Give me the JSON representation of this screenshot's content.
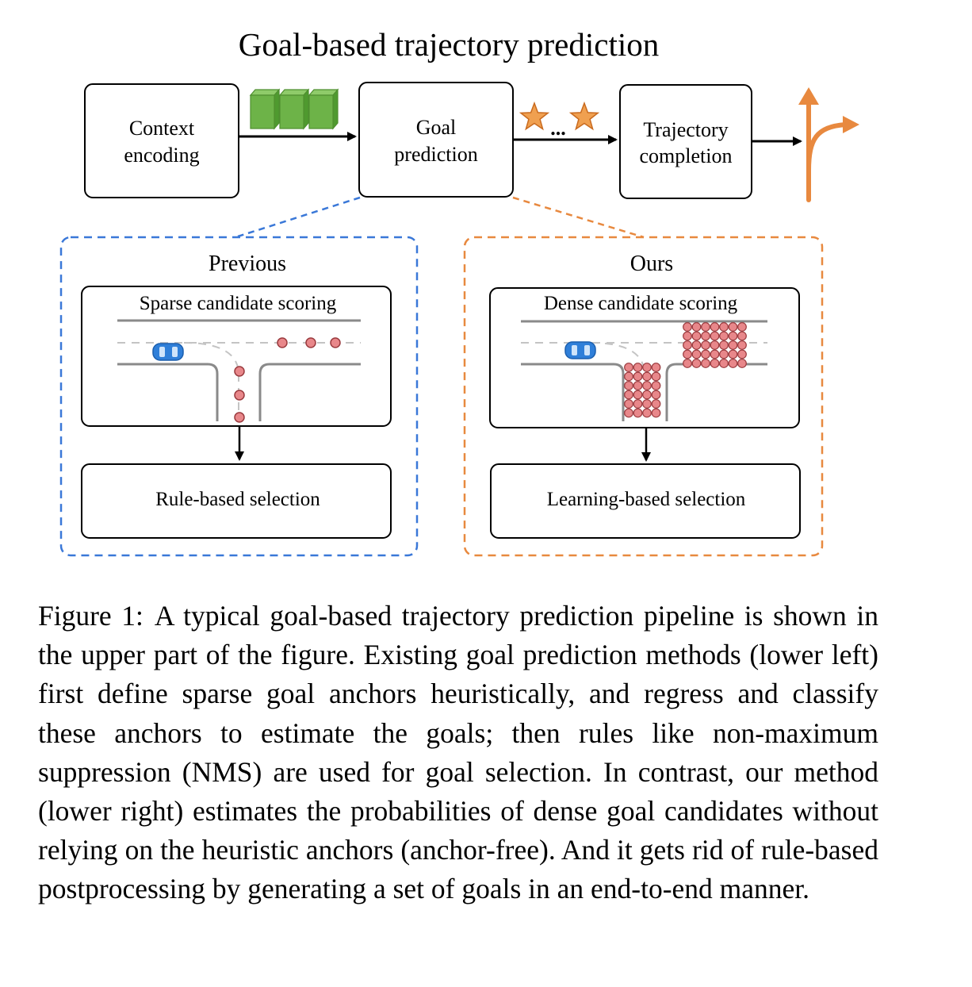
{
  "title": "Goal-based trajectory prediction",
  "pipeline": {
    "stages": [
      {
        "id": "context",
        "lines": [
          "Context",
          "encoding"
        ]
      },
      {
        "id": "goal",
        "lines": [
          "Goal",
          "prediction"
        ]
      },
      {
        "id": "trajectory",
        "lines": [
          "Trajectory",
          "completion"
        ]
      }
    ],
    "ellipsis": "..."
  },
  "panels": {
    "previous": {
      "heading": "Previous",
      "scene_label": "Sparse candidate scoring",
      "selection_label": "Rule-based selection"
    },
    "ours": {
      "heading": "Ours",
      "scene_label": "Dense candidate scoring",
      "selection_label": "Learning-based selection"
    }
  },
  "colors": {
    "previous_accent": "#3a78d8",
    "ours_accent": "#e8893f",
    "feature_green": "#6db348",
    "candidate_fill": "#e8878a",
    "car_blue": "#2f7fd9",
    "road_gray": "#8a8a8a"
  },
  "caption": {
    "label": "Figure 1:",
    "text": "A typical goal-based trajectory prediction pipeline is shown in the upper part of the figure.  Existing goal prediction methods (lower left) first define sparse goal anchors heuristically, and regress and classify these anchors to estimate the goals; then rules like non-maximum suppression (NMS) are used for goal se­lection. In contrast, our method (lower right) estimates the prob­abilities of dense goal candidates without relying on the heuris­tic anchors (anchor-free).  And it gets rid of rule-based post­processing by generating a set of goals in an end-to-end manner."
  }
}
